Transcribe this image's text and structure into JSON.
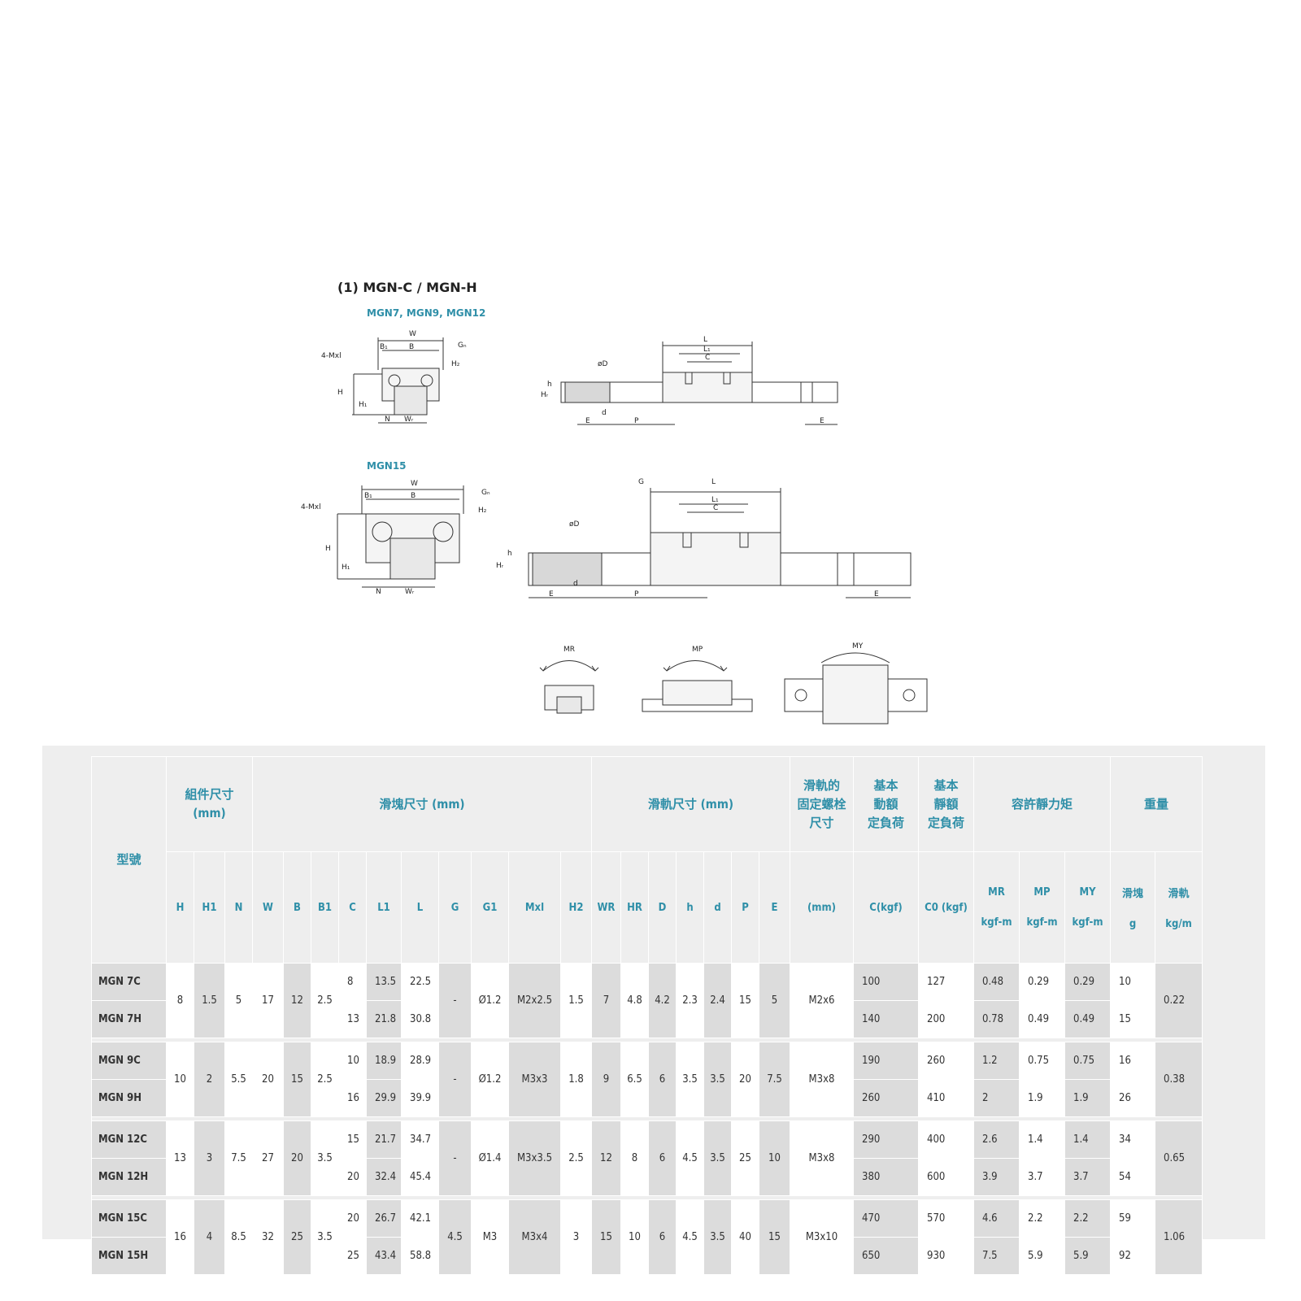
{
  "title": "(1) MGN-C / MGN-H",
  "drawing_labels": {
    "group_small": "MGN7, MGN9, MGN12",
    "group_large": "MGN15",
    "dims": [
      "W",
      "B",
      "B1",
      "G1",
      "4-Mxl",
      "H",
      "H1",
      "H2",
      "N",
      "WR",
      "L",
      "L1",
      "C",
      "øD",
      "h",
      "HR",
      "d",
      "E",
      "P",
      "G"
    ],
    "moments": [
      "MR",
      "MP",
      "MY"
    ]
  },
  "table": {
    "headers": {
      "model": "型號",
      "assembly": "組件尺寸\n(mm)",
      "block": "滑塊尺寸 (mm)",
      "rail": "滑軌尺寸 (mm)",
      "bolt": "滑軌的\n固定螺栓\n尺寸",
      "dynamic": "基本\n動額\n定負荷",
      "static": "基本\n靜額\n定負荷",
      "moment": "容許靜力矩",
      "weight": "重量",
      "moment_sub": [
        "MR",
        "MP",
        "MY"
      ],
      "weight_sub": [
        "滑塊",
        "滑軌"
      ],
      "cols": [
        "H",
        "H1",
        "N",
        "W",
        "B",
        "B1",
        "C",
        "L1",
        "L",
        "G",
        "G1",
        "Mxl",
        "H2",
        "WR",
        "HR",
        "D",
        "h",
        "d",
        "P",
        "E",
        "(mm)",
        "C(kgf)",
        "C0 (kgf)",
        "kgf-m",
        "kgf-m",
        "kgf-m",
        "g",
        "kg/m"
      ]
    },
    "groups": [
      {
        "models": [
          "MGN 7C",
          "MGN 7H"
        ],
        "shared": {
          "H": "8",
          "H1": "1.5",
          "N": "5",
          "W": "17",
          "B": "12",
          "B1": "2.5",
          "G": "-",
          "G1": "Ø1.2",
          "Mxl": "M2x2.5",
          "H2": "1.5",
          "WR": "7",
          "HR": "4.8",
          "D": "4.2",
          "h": "2.3",
          "d": "2.4",
          "P": "15",
          "E": "5",
          "bolt": "M2x6",
          "rail_w": "0.22"
        },
        "rows": [
          {
            "C": "8",
            "L1": "13.5",
            "L": "22.5",
            "Cdyn": "100",
            "C0": "127",
            "MR": "0.48",
            "MP": "0.29",
            "MY": "0.29",
            "g": "10"
          },
          {
            "C": "13",
            "L1": "21.8",
            "L": "30.8",
            "Cdyn": "140",
            "C0": "200",
            "MR": "0.78",
            "MP": "0.49",
            "MY": "0.49",
            "g": "15"
          }
        ]
      },
      {
        "models": [
          "MGN 9C",
          "MGN 9H"
        ],
        "shared": {
          "H": "10",
          "H1": "2",
          "N": "5.5",
          "W": "20",
          "B": "15",
          "B1": "2.5",
          "G": "-",
          "G1": "Ø1.2",
          "Mxl": "M3x3",
          "H2": "1.8",
          "WR": "9",
          "HR": "6.5",
          "D": "6",
          "h": "3.5",
          "d": "3.5",
          "P": "20",
          "E": "7.5",
          "bolt": "M3x8",
          "rail_w": "0.38"
        },
        "rows": [
          {
            "C": "10",
            "L1": "18.9",
            "L": "28.9",
            "Cdyn": "190",
            "C0": "260",
            "MR": "1.2",
            "MP": "0.75",
            "MY": "0.75",
            "g": "16"
          },
          {
            "C": "16",
            "L1": "29.9",
            "L": "39.9",
            "Cdyn": "260",
            "C0": "410",
            "MR": "2",
            "MP": "1.9",
            "MY": "1.9",
            "g": "26"
          }
        ]
      },
      {
        "models": [
          "MGN 12C",
          "MGN 12H"
        ],
        "shared": {
          "H": "13",
          "H1": "3",
          "N": "7.5",
          "W": "27",
          "B": "20",
          "B1": "3.5",
          "G": "-",
          "G1": "Ø1.4",
          "Mxl": "M3x3.5",
          "H2": "2.5",
          "WR": "12",
          "HR": "8",
          "D": "6",
          "h": "4.5",
          "d": "3.5",
          "P": "25",
          "E": "10",
          "bolt": "M3x8",
          "rail_w": "0.65"
        },
        "rows": [
          {
            "C": "15",
            "L1": "21.7",
            "L": "34.7",
            "Cdyn": "290",
            "C0": "400",
            "MR": "2.6",
            "MP": "1.4",
            "MY": "1.4",
            "g": "34"
          },
          {
            "C": "20",
            "L1": "32.4",
            "L": "45.4",
            "Cdyn": "380",
            "C0": "600",
            "MR": "3.9",
            "MP": "3.7",
            "MY": "3.7",
            "g": "54"
          }
        ]
      },
      {
        "models": [
          "MGN 15C",
          "MGN 15H"
        ],
        "shared": {
          "H": "16",
          "H1": "4",
          "N": "8.5",
          "W": "32",
          "B": "25",
          "B1": "3.5",
          "G": "4.5",
          "G1": "M3",
          "Mxl": "M3x4",
          "H2": "3",
          "WR": "15",
          "HR": "10",
          "D": "6",
          "h": "4.5",
          "d": "3.5",
          "P": "40",
          "E": "15",
          "bolt": "M3x10",
          "rail_w": "1.06"
        },
        "rows": [
          {
            "C": "20",
            "L1": "26.7",
            "L": "42.1",
            "Cdyn": "470",
            "C0": "570",
            "MR": "4.6",
            "MP": "2.2",
            "MY": "2.2",
            "g": "59"
          },
          {
            "C": "25",
            "L1": "43.4",
            "L": "58.8",
            "Cdyn": "650",
            "C0": "930",
            "MR": "7.5",
            "MP": "5.9",
            "MY": "5.9",
            "g": "92"
          }
        ]
      }
    ]
  }
}
